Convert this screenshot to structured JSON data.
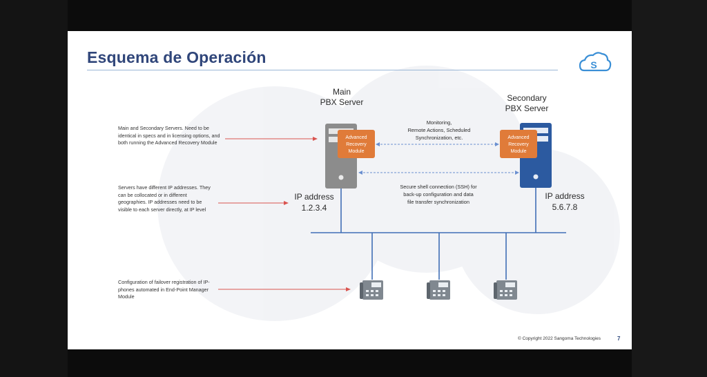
{
  "slide": {
    "title": "Esquema de Operación",
    "page_number": "7",
    "copyright": "© Copyright 2022 Sangoma Technologies",
    "logo_letter": "S"
  },
  "notes": {
    "servers_identical": "Main and Secondary Servers. Need to be identical in specs and in licensing options, and both running the Advanced Recovery Module",
    "ip_addresses": "Servers have different IP addresses. They can be collocated or in different geographies. IP addresses need to be visible to each server directly, at IP level",
    "failover": "Configuration of failover registration of IP-phones automated in End-Point Manager Module"
  },
  "main_server": {
    "title_line1": "Main",
    "title_line2": "PBX Server",
    "module_line1": "Advanced",
    "module_line2": "Recovery",
    "module_line3": "Module",
    "ip_label": "IP address",
    "ip_value": "1.2.3.4"
  },
  "secondary_server": {
    "title_line1": "Secondary",
    "title_line2": "PBX Server",
    "module_line1": "Advanced",
    "module_line2": "Recovery",
    "module_line3": "Module",
    "ip_label": "IP address",
    "ip_value": "5.6.7.8"
  },
  "links": {
    "monitoring_line1": "Monitoring,",
    "monitoring_line2": "Remote Actions, Scheduled",
    "monitoring_line3": "Synchronization, etc.",
    "ssh_line1": "Secure shell connection (SSH) for",
    "ssh_line2": "back-up configuration and data",
    "ssh_line3": "file transfer synchronization"
  },
  "colors": {
    "title": "#30467a",
    "main_server": "#8c8c8c",
    "secondary_server": "#2c5aa0",
    "module": "#e07b39",
    "network": "#3f6eb5",
    "arrow_red": "#d9534f",
    "dashed_link": "#6a8fd0"
  }
}
